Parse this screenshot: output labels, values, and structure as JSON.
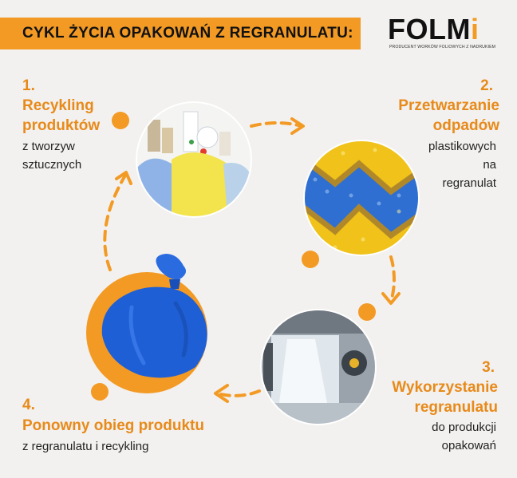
{
  "header": {
    "title": "CYKL ŻYCIA OPAKOWAŃ Z REGRANULATU:"
  },
  "logo": {
    "text_main": "FOLM",
    "text_accent": "i",
    "tagline": "PRODUCENT WORKÓW FOLIOWYCH Z NADRUKIEM"
  },
  "steps": [
    {
      "number": "1.",
      "title_lines": [
        "Recykling",
        "produktów"
      ],
      "desc_lines": [
        "z tworzyw",
        "sztucznych"
      ]
    },
    {
      "number": "2.",
      "title_lines": [
        "Przetwarzanie",
        "odpadów"
      ],
      "desc_lines": [
        "plastikowych",
        "na",
        "regranulat"
      ]
    },
    {
      "number": "3.",
      "title_lines": [
        "Wykorzystanie",
        "regranulatu"
      ],
      "desc_lines": [
        "do produkcji",
        "opakowań"
      ]
    },
    {
      "number": "4.",
      "title_lines": [
        "Ponowny obieg produktu"
      ],
      "desc_lines": [
        "z regranulatu i recykling"
      ]
    }
  ],
  "colors": {
    "accent": "#f39a24",
    "accent_dark": "#e88a1a",
    "background": "#f2f1ef",
    "bag_blue": "#1f5fd6"
  },
  "images": [
    "plastic-waste-photo",
    "plastic-granulate-photo",
    "production-machine-photo",
    "blue-bag-illustration"
  ]
}
